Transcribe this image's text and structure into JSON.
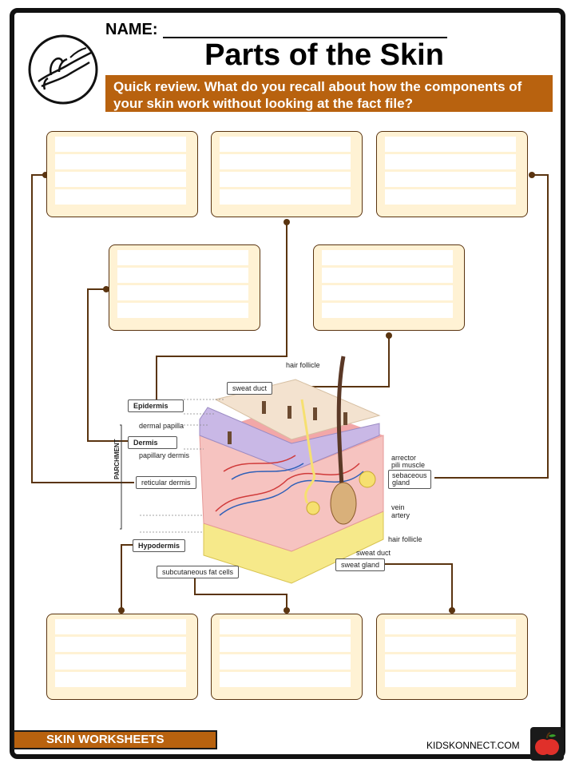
{
  "header": {
    "name_label": "NAME:",
    "title": "Parts of the Skin",
    "review_text": "Quick review. What do you recall about how the components of your skin work without looking at the fact file?"
  },
  "icons": {
    "logo": "hand-touching-skin-icon",
    "apple": "apple-icon"
  },
  "colors": {
    "accent": "#b8620f",
    "box_fill": "#fff2d4",
    "connector": "#5a3410"
  },
  "diagram_labels": {
    "hair_follicle_top": "hair follicle",
    "sweat_duct_top": "sweat duct",
    "epidermis": "Epidermis",
    "dermal_papilla": "dermal papilla",
    "dermis": "Dermis",
    "papillary_dermis": "papillary dermis",
    "parchment": "PARCHMENT",
    "reticular_dermis": "reticular dermis",
    "hypodermis": "Hypodermis",
    "subcutaneous_fat": "subcutaneous fat cells",
    "arrector": "arrector",
    "pili_muscle": "pili muscle",
    "sebaceous": "sebaceous",
    "gland": "gland",
    "vein": "vein",
    "artery": "artery",
    "hair_follicle_bottom": "hair follicle",
    "sweat_duct_bottom": "sweat duct",
    "sweat_gland": "sweat gland"
  },
  "footer": {
    "badge": "SKIN  WORKSHEETS",
    "site": "KIDSKONNECT.COM"
  }
}
